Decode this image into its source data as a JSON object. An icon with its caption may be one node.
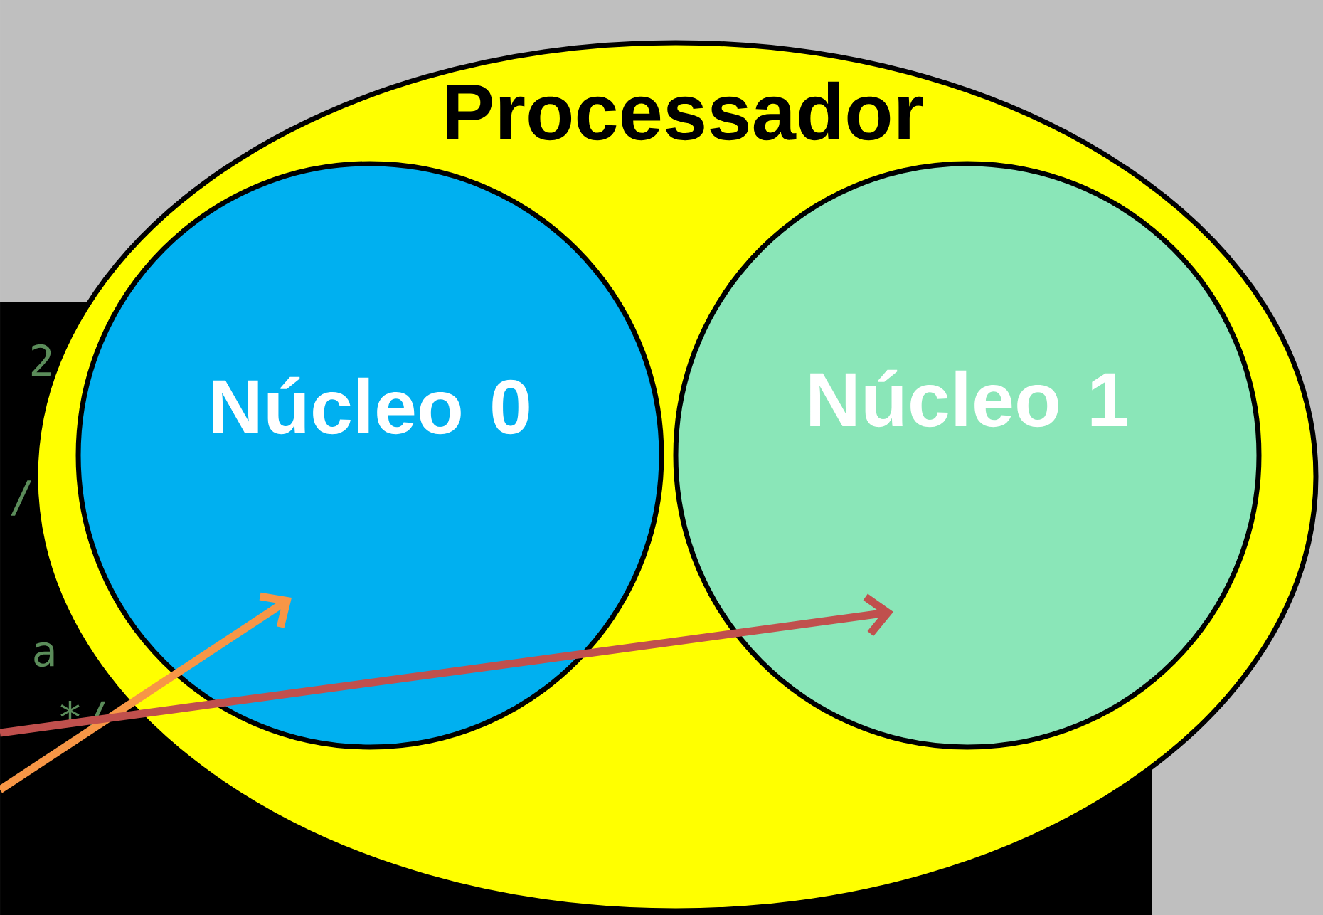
{
  "diagram": {
    "nodes": [
      {
        "text": [
          "Processador"
        ]
      },
      {
        "text": [
          "Núcleo 0"
        ],
        "in": 0
      },
      {
        "text": [
          "Núcleo 1"
        ],
        "in": 0
      }
    ],
    "edges": [
      {
        "from": null,
        "to": 1,
        "arrow": "to",
        "color": "#f79646"
      },
      {
        "from": null,
        "to": 2,
        "arrow": "to",
        "color": "#c0504d"
      }
    ],
    "labels": [
      "2",
      "/",
      "a",
      "*/"
    ]
  }
}
